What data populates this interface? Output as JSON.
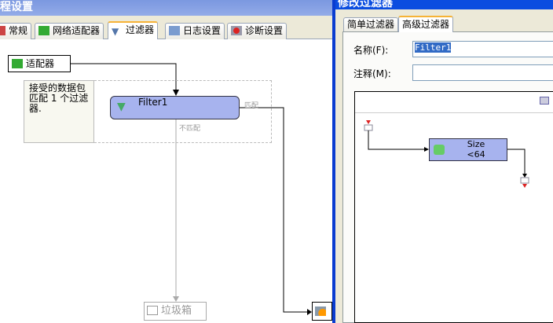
{
  "main_window": {
    "title": "程设置",
    "tabs": [
      {
        "label": "常规",
        "icon": "general-icon"
      },
      {
        "label": "网络适配器",
        "icon": "network-adapter-icon"
      },
      {
        "label": "过滤器",
        "icon": "filter-icon",
        "active": true
      },
      {
        "label": "日志设置",
        "icon": "log-icon"
      },
      {
        "label": "诊断设置",
        "icon": "diagnostic-icon"
      }
    ],
    "diagram": {
      "adapter": "适配器",
      "note": "接受的数据包匹配 1 个过滤器.",
      "filter": "Filter1",
      "match": "匹配",
      "no_match": "不匹配",
      "trash": "垃圾箱"
    }
  },
  "dialog": {
    "title": "修改过滤器",
    "tabs": [
      {
        "label": "简单过滤器"
      },
      {
        "label": "高级过滤器",
        "active": true
      }
    ],
    "name_label": "名称(F):",
    "name_value": "Filter1",
    "comment_label": "注释(M):",
    "comment_value": "",
    "condition": {
      "field": "Size",
      "value": "<64"
    }
  },
  "colors": {
    "node_fill": "#a7b3ee",
    "title_bar": "#0b4de0",
    "tab_accent": "#f6b337"
  }
}
